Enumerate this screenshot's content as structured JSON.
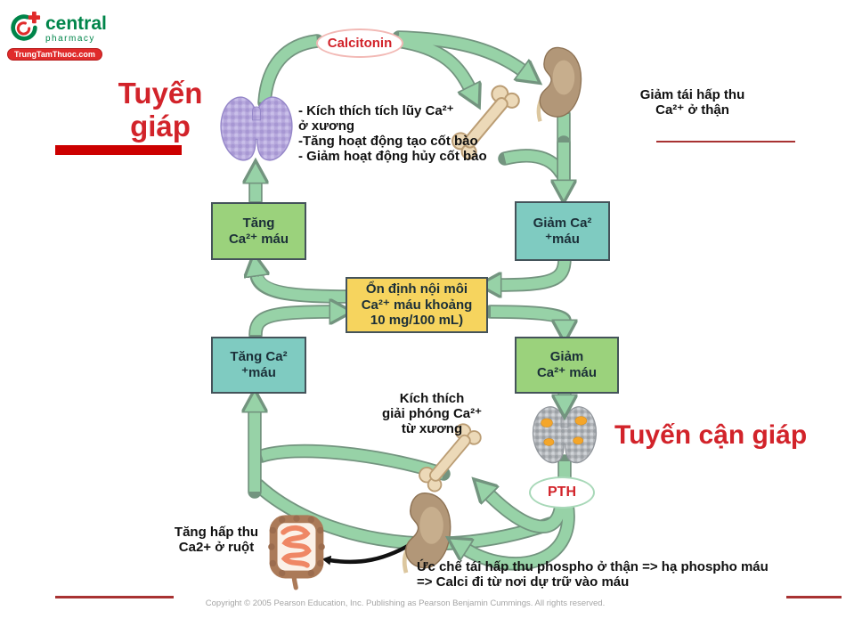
{
  "colors": {
    "accent_red": "#d2232a",
    "arrow_green": "#97d2a7",
    "arrow_outline": "#73947f",
    "box_green": "#9bd27c",
    "box_teal": "#7fcbc1",
    "box_yellow": "#f6d45e",
    "box_border": "#44535a",
    "logo_green": "#00854a",
    "logo_red": "#e02b2b",
    "line_red": "#a83232",
    "bar_red": "#cc0000"
  },
  "logo": {
    "brand": "central",
    "tagline": "pharmacy",
    "badge": "TrungTamThuoc.com"
  },
  "titles": {
    "thyroid": "Tuyến\ngiáp",
    "parathyroid": "Tuyến cận giáp"
  },
  "hormones": {
    "calcitonin": "Calcitonin",
    "pth": "PTH"
  },
  "boxes": {
    "rise_top": "Tăng\nCa²⁺ máu",
    "fall_top": "Giảm Ca²\n⁺máu",
    "homeostasis": "Ổn định nội môi\nCa²⁺ máu khoảng\n10 mg/100 mL)",
    "rise_bottom": "Tăng Ca²\n⁺máu",
    "fall_bottom": "Giảm\nCa²⁺ máu"
  },
  "annotations": {
    "bone_calcitonin": "- Kích thích tích lũy Ca²⁺\nở xương\n-Tăng hoạt động tạo cốt bào\n- Giảm hoạt động hủy cốt bào",
    "kidney_calcitonin": "Giảm tái hấp thu\nCa²⁺ ở thận",
    "bone_pth": "Kích thích\ngiải phóng Ca²⁺\ntừ xương",
    "intestine_pth": "Tăng hấp thu\nCa2+ ở ruột",
    "kidney_pth": "Ức chế tái hấp thu phospho ở thận => hạ phospho máu\n=> Calci đi từ nơi dự trữ vào máu"
  },
  "footer": {
    "copyright": "Copyright ©  2005 Pearson Education, Inc. Publishing as Pearson Benjamin Cummings. All rights reserved."
  }
}
